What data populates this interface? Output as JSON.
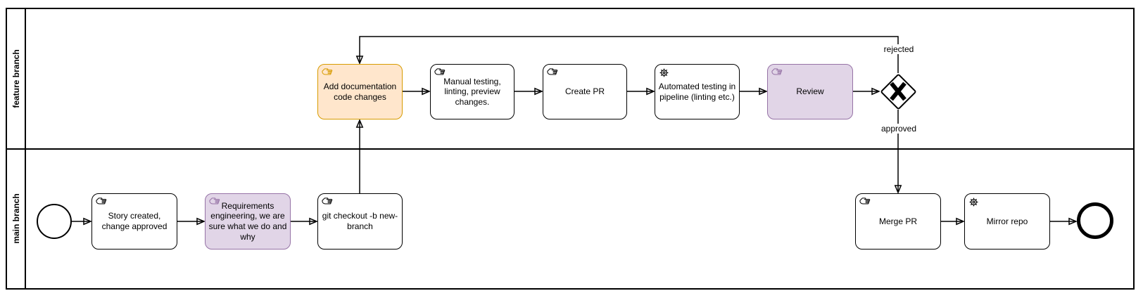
{
  "lanes": [
    {
      "label": "feature branch"
    },
    {
      "label": "main branch"
    }
  ],
  "nodes": {
    "start_event": {
      "type": "start-event"
    },
    "story": {
      "label": "Story created, change approved",
      "task_type": "manual"
    },
    "requirements": {
      "label": "Requirements engineering, we are sure what we do and why",
      "task_type": "manual"
    },
    "git_checkout": {
      "label": "git checkout -b new-branch",
      "task_type": "manual"
    },
    "add_documentation": {
      "label": "Add documentation code changes",
      "task_type": "manual"
    },
    "manual_testing": {
      "label": "Manual testing, linting, preview changes.",
      "task_type": "manual"
    },
    "create_pr": {
      "label": "Create PR",
      "task_type": "manual"
    },
    "automated_testing": {
      "label": "Automated testing in pipeline (linting etc.)",
      "task_type": "service"
    },
    "review": {
      "label": "Review",
      "task_type": "manual"
    },
    "gateway": {
      "type": "exclusive-gateway"
    },
    "merge_pr": {
      "label": "Merge PR",
      "task_type": "manual"
    },
    "mirror_repo": {
      "label": "Mirror repo",
      "task_type": "service"
    },
    "end_event": {
      "type": "end-event"
    }
  },
  "edge_labels": {
    "rejected": "rejected",
    "approved": "approved"
  },
  "colors": {
    "highlight_orange_fill": "#FFE6CC",
    "highlight_orange_stroke": "#D79B00",
    "highlight_purple_fill": "#E1D5E7",
    "highlight_purple_stroke": "#9673A6",
    "line_color": "#000000"
  }
}
